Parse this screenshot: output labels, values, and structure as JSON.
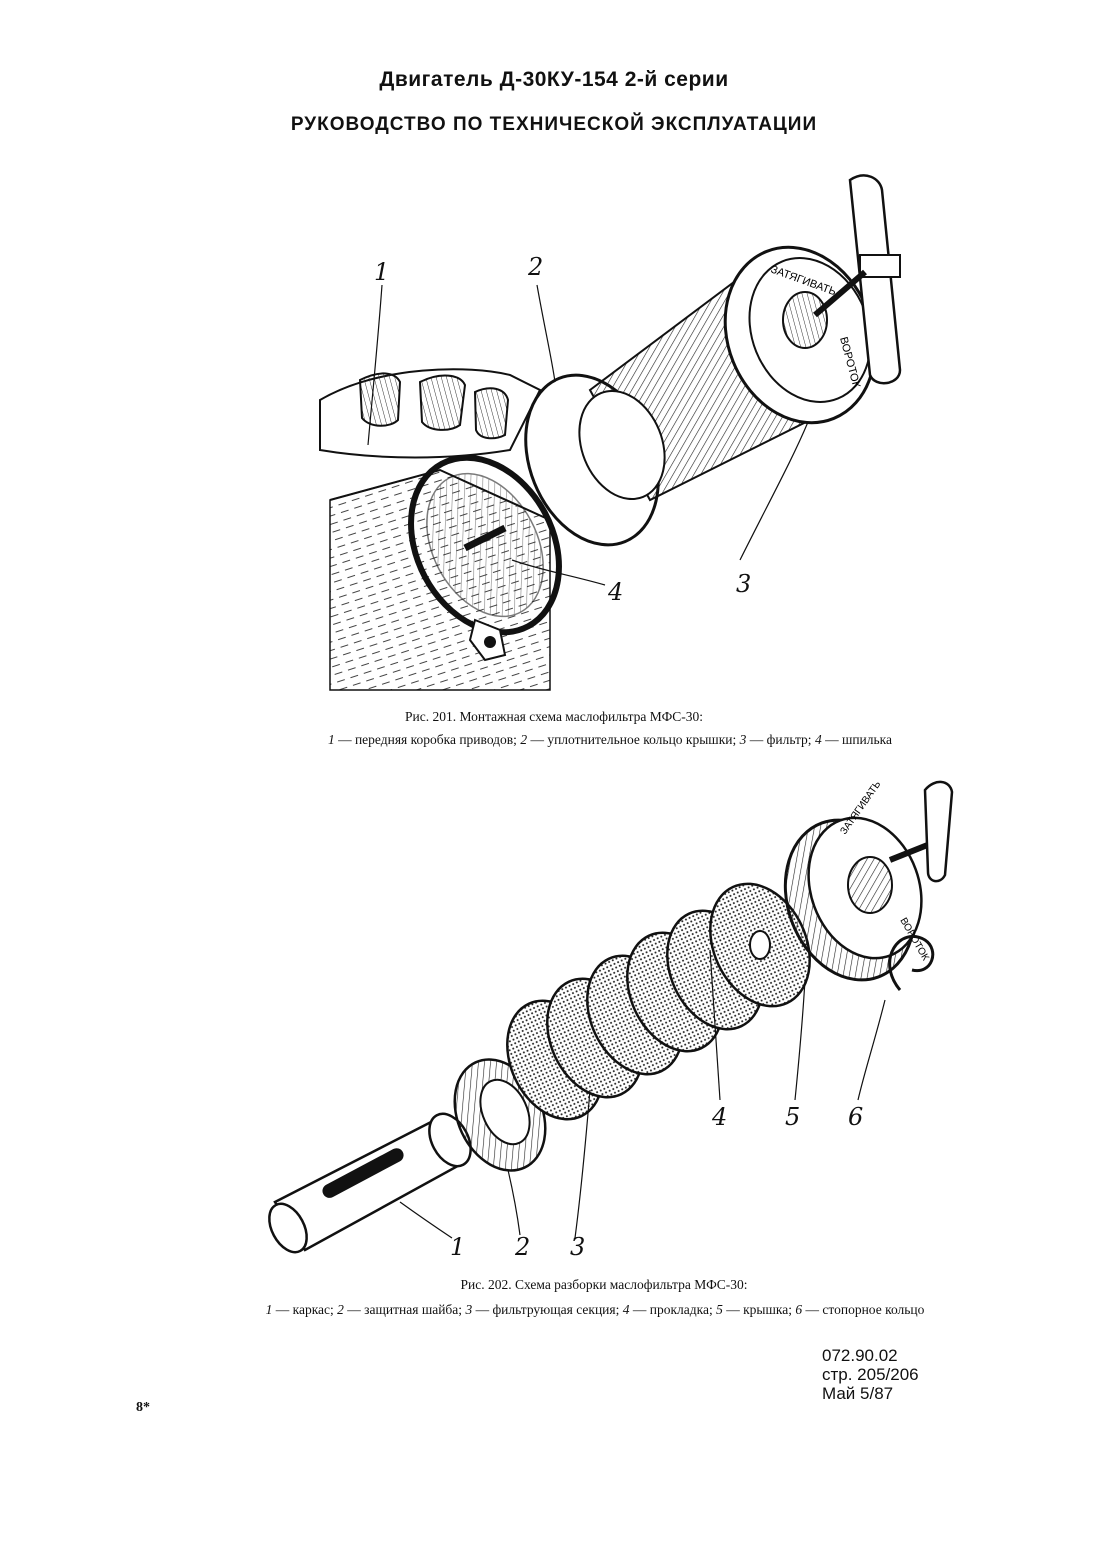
{
  "header": {
    "title": "Двигатель Д-30КУ-154 2-й серии",
    "subtitle": "РУКОВОДСТВО ПО ТЕХНИЧЕСКОЙ ЭКСПЛУАТАЦИИ"
  },
  "figure1": {
    "cover_text_1": "ЗАТЯГИВАТЬ",
    "cover_text_2": "ВОРОТОК",
    "labels": [
      "1",
      "2",
      "3",
      "4"
    ],
    "caption_title": "Рис. 201. Монтажная схема маслофильтра МФС-30:",
    "legend": [
      {
        "num": "1",
        "text": "передняя коробка приводов"
      },
      {
        "num": "2",
        "text": "уплотнительное кольцо крышки"
      },
      {
        "num": "3",
        "text": "фильтр"
      },
      {
        "num": "4",
        "text": "шпилька"
      }
    ]
  },
  "figure2": {
    "cover_text_1": "ЗАТЯГИВАТЬ",
    "cover_text_2": "ВОРОТОК",
    "labels": [
      "1",
      "2",
      "3",
      "4",
      "5",
      "6"
    ],
    "caption_title": "Рис. 202. Схема разборки маслофильтра МФС-30:",
    "legend": [
      {
        "num": "1",
        "text": "каркас"
      },
      {
        "num": "2",
        "text": "защитная шайба"
      },
      {
        "num": "3",
        "text": "фильтрующая секция"
      },
      {
        "num": "4",
        "text": "прокладка"
      },
      {
        "num": "5",
        "text": "крышка"
      },
      {
        "num": "6",
        "text": "стопорное кольцо"
      }
    ]
  },
  "footer": {
    "doc_number": "072.90.02",
    "page": "стр. 205/206",
    "date": "Май 5/87",
    "page_mark": "8*"
  }
}
